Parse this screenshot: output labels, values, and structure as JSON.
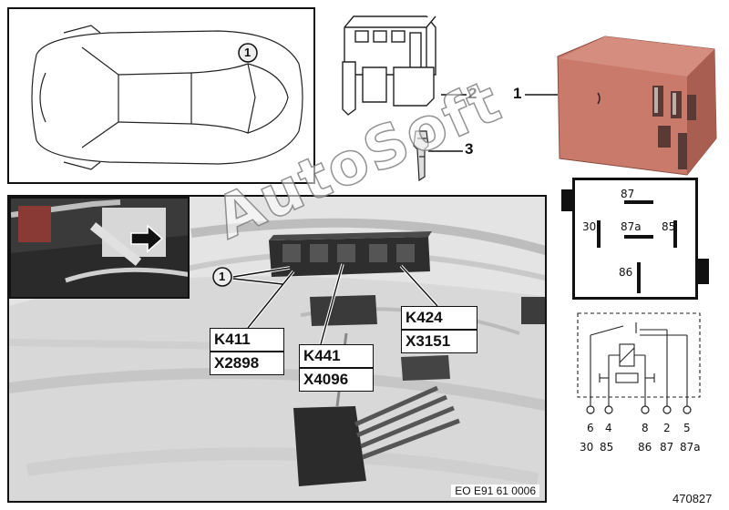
{
  "labels": {
    "item_1": "1",
    "item_2": "2",
    "item_3": "3",
    "car_marker": "1",
    "photo_marker": "1"
  },
  "callouts": {
    "k411": "K411",
    "x2898": "X2898",
    "k441": "K441",
    "x4096": "X4096",
    "k424": "K424",
    "x3151": "X3151"
  },
  "relay_pins": {
    "p87": "87",
    "p30": "30",
    "p87a": "87a",
    "p85": "85",
    "p86": "86"
  },
  "schematic": {
    "top_row": [
      "6",
      "4",
      "8",
      "2",
      "5"
    ],
    "bottom_row": [
      "30",
      "85",
      "86",
      "87",
      "87a"
    ]
  },
  "photo_code": "EO E91 61 0006",
  "diagram_number": "470827",
  "watermark": "AutoSoft",
  "colors": {
    "relay_body": "#c97a6b",
    "relay_dark": "#8a4c42",
    "line": "#111111"
  }
}
